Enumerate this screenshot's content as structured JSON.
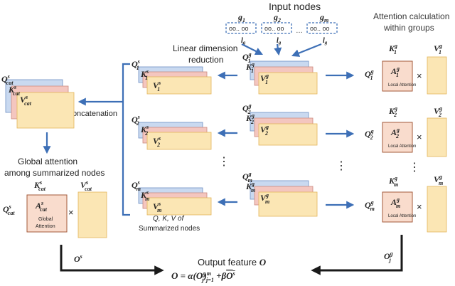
{
  "colors": {
    "arrow_blue": "#3d6fb6",
    "arrow_black": "#1a1a1a",
    "q_blue": "#c9d9f0",
    "k_pink": "#f4c6bf",
    "v_yellow": "#fbe6b4",
    "attn_fill": "#f9dccd",
    "attn_stroke": "#a35a3a"
  },
  "labels": {
    "input_nodes": "Input nodes",
    "attn_calc_line1": "Attention calculation",
    "attn_calc_line2": "within groups",
    "linear_line1": "Linear dimension",
    "linear_line2": "reduction",
    "concatenation": "Concatenation",
    "global_line1": "Global attention",
    "global_line2": "among summarized nodes",
    "summarized_line1": "Q, K, V of",
    "summarized_line2": "Summarized nodes",
    "output_feature": "Output feature O",
    "output_formula": "O = α(Oⱼᵍ)ⱼ₌₁ᵐ + βŌˢ",
    "os_label": "Oˢ",
    "ojg_label": "Oⱼᵍ",
    "vertical_dots": "⋮",
    "horizontal_dots": "···",
    "times": "×"
  },
  "input_groups": [
    {
      "name": "g1",
      "size": "lg"
    },
    {
      "name": "g2",
      "size": "lg"
    },
    {
      "name": "gm",
      "size": "lg"
    }
  ],
  "local_attention": [
    {
      "q": "Q1g",
      "k": "K1g",
      "a": "A1g",
      "v": "V1g",
      "caption": "Local Attention"
    },
    {
      "q": "Q2g",
      "k": "K2g",
      "a": "A2g",
      "v": "V2g",
      "caption": "Local Attention"
    },
    {
      "q": "Qmg",
      "k": "Kmg",
      "a": "Amg",
      "v": "Vmg",
      "caption": "Local Attention"
    }
  ],
  "group_qkv": [
    {
      "q": "Q1g",
      "k": "K1g",
      "v": "V1g"
    },
    {
      "q": "Q2g",
      "k": "K2g",
      "v": "V2g"
    },
    {
      "q": "Qmg",
      "k": "Kmg",
      "v": "Vmg"
    }
  ],
  "summarized_qkv": [
    {
      "q": "Q1s",
      "k": "K1s",
      "v": "V1s"
    },
    {
      "q": "Q2s",
      "k": "K2s",
      "v": "V2s"
    },
    {
      "q": "Qms",
      "k": "Kms",
      "v": "Vms"
    }
  ],
  "concat_qkv": {
    "q": "Qcat s",
    "k": "Kcat s",
    "v": "Vcat s"
  },
  "global_attention": {
    "q": "Qcat s",
    "k": "Kcat s",
    "a": "Acat s",
    "v": "Vcat s",
    "caption_line1": "Global",
    "caption_line2": "Attention"
  }
}
